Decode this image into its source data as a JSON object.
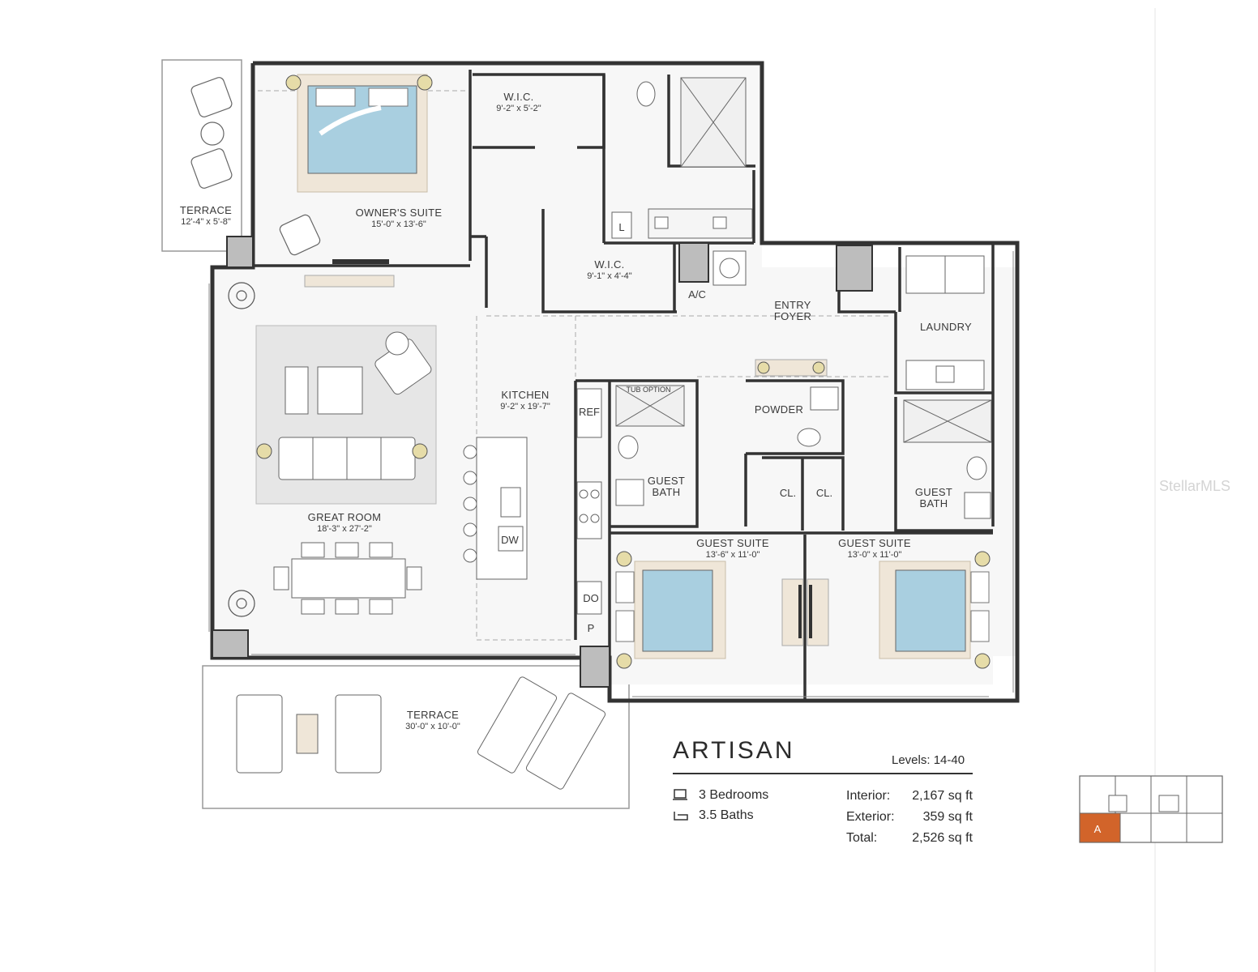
{
  "rooms": {
    "terrace_small": {
      "name": "TERRACE",
      "dims": "12'-4\" x 5'-8\""
    },
    "owners_suite": {
      "name": "OWNER'S SUITE",
      "dims": "15'-0\" x 13'-6\""
    },
    "wic_1": {
      "name": "W.I.C.",
      "dims": "9'-2\" x 5'-2\""
    },
    "wic_2": {
      "name": "W.I.C.",
      "dims": "9'-1\" x 4'-4\""
    },
    "entry_foyer": {
      "line1": "ENTRY",
      "line2": "FOYER"
    },
    "laundry": {
      "name": "LAUNDRY"
    },
    "kitchen": {
      "name": "KITCHEN",
      "dims": "9'-2\" x 19'-7\""
    },
    "powder": {
      "name": "POWDER"
    },
    "great_room": {
      "name": "GREAT ROOM",
      "dims": "18'-3\" x 27'-2\""
    },
    "guest_bath_1": {
      "line1": "GUEST",
      "line2": "BATH"
    },
    "guest_bath_2": {
      "line1": "GUEST",
      "line2": "BATH"
    },
    "guest_suite_1": {
      "name": "GUEST SUITE",
      "dims": "13'-6\" x 11'-0\""
    },
    "guest_suite_2": {
      "name": "GUEST SUITE",
      "dims": "13'-0\" x 11'-0\""
    },
    "terrace_large": {
      "name": "TERRACE",
      "dims": "30'-0\" x 10'-0\""
    }
  },
  "fixtures": {
    "ref": "REF",
    "dw": "DW",
    "do": "DO",
    "p": "P",
    "ac": "A/C",
    "cl_1": "CL.",
    "cl_2": "CL.",
    "tub_option": "TUB OPTION",
    "linen": "L"
  },
  "unit": {
    "name": "ARTISAN",
    "levels": "Levels: 14-40",
    "bedrooms": "3 Bedrooms",
    "baths": "3.5 Baths",
    "interior_label": "Interior:",
    "interior_value": "2,167 sq ft",
    "exterior_label": "Exterior:",
    "exterior_value": "359 sq ft",
    "total_label": "Total:",
    "total_value": "2,526 sq ft"
  },
  "key_plan": {
    "unit_label": "A",
    "highlight_color": "#d2642a"
  },
  "watermark": "StellarMLS",
  "colors": {
    "wall": "#333333",
    "bed": "#a9cfe0",
    "accent": "#d2642a"
  }
}
